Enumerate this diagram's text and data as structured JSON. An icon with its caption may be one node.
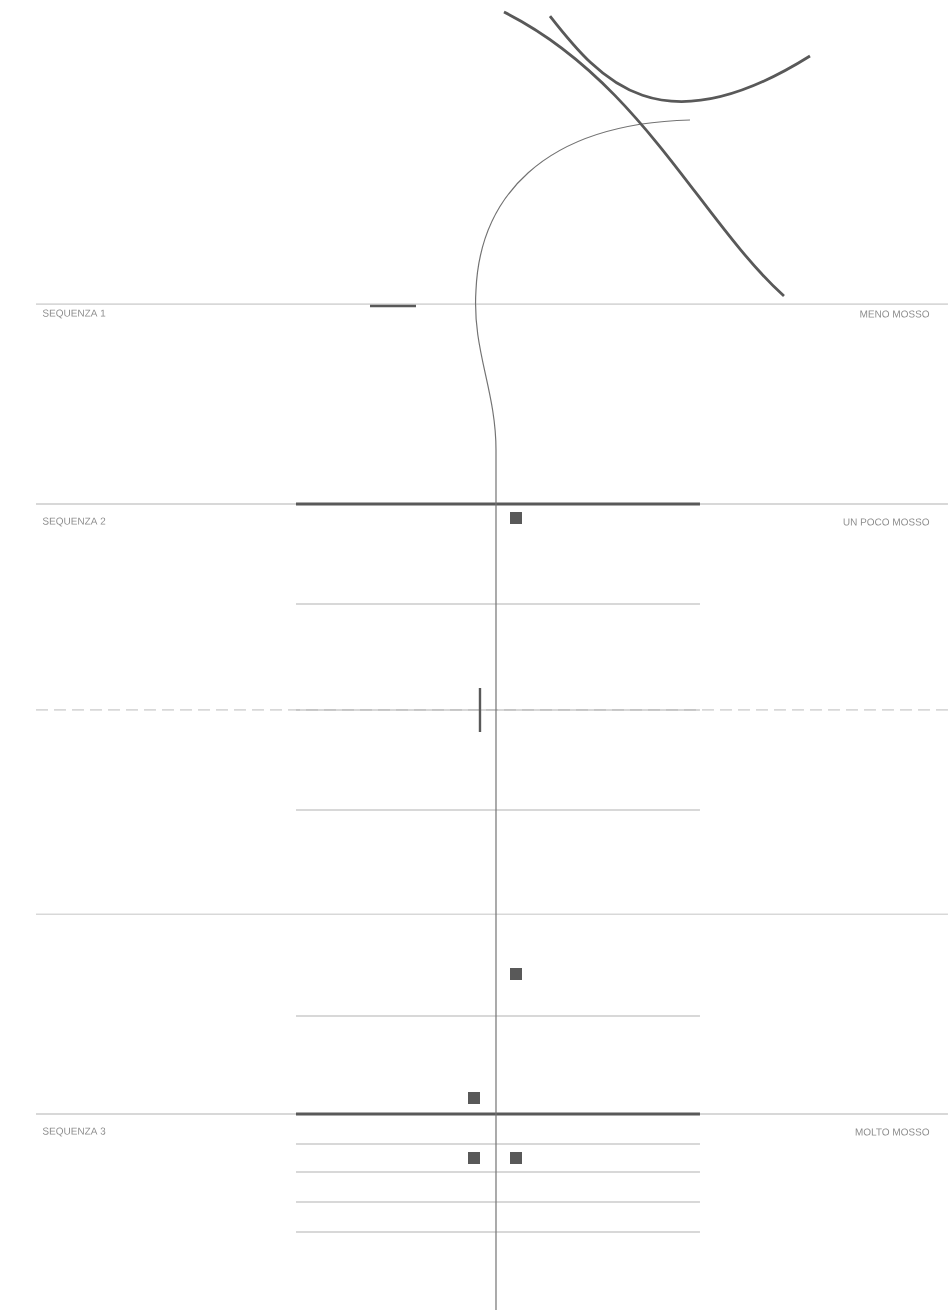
{
  "diagram": {
    "labels": [
      "SEQUENZA 1",
      "MENO MOSSO",
      "SEQUENZA 2",
      "UN POCO MOSSO",
      "SEQUENZA 3",
      "MOLTO MOSSO"
    ]
  }
}
